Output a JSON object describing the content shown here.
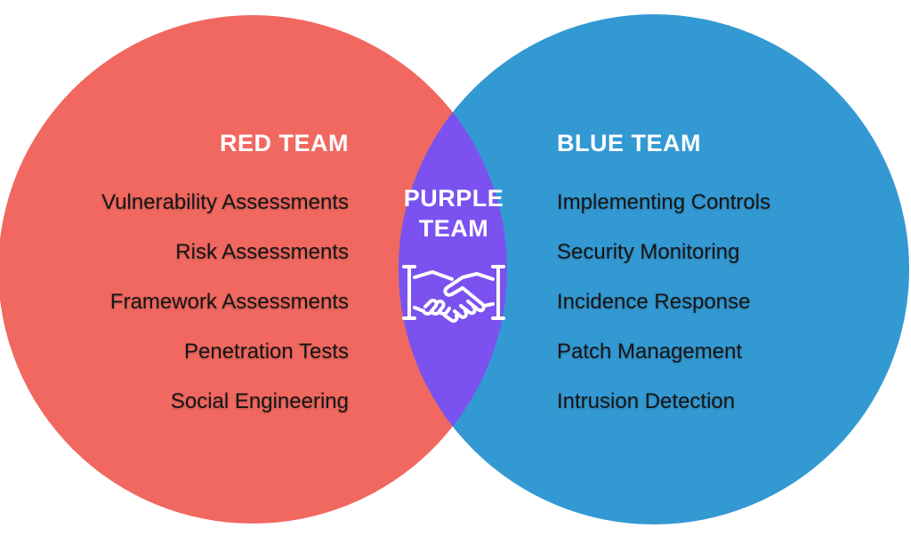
{
  "colors": {
    "red": "#F0685F",
    "blue": "#3399D3",
    "purple": "#7B52F0",
    "text": "#151515",
    "title": "#FFFFFF"
  },
  "red_team": {
    "title": "RED TEAM",
    "items": [
      "Vulnerability Assessments",
      "Risk Assessments",
      "Framework Assessments",
      "Penetration Tests",
      "Social Engineering"
    ]
  },
  "blue_team": {
    "title": "BLUE TEAM",
    "items": [
      "Implementing Controls",
      "Security Monitoring",
      "Incidence Response",
      "Patch Management",
      "Intrusion Detection"
    ]
  },
  "purple_team": {
    "title_line1": "PURPLE",
    "title_line2": "TEAM",
    "icon": "handshake-icon"
  }
}
